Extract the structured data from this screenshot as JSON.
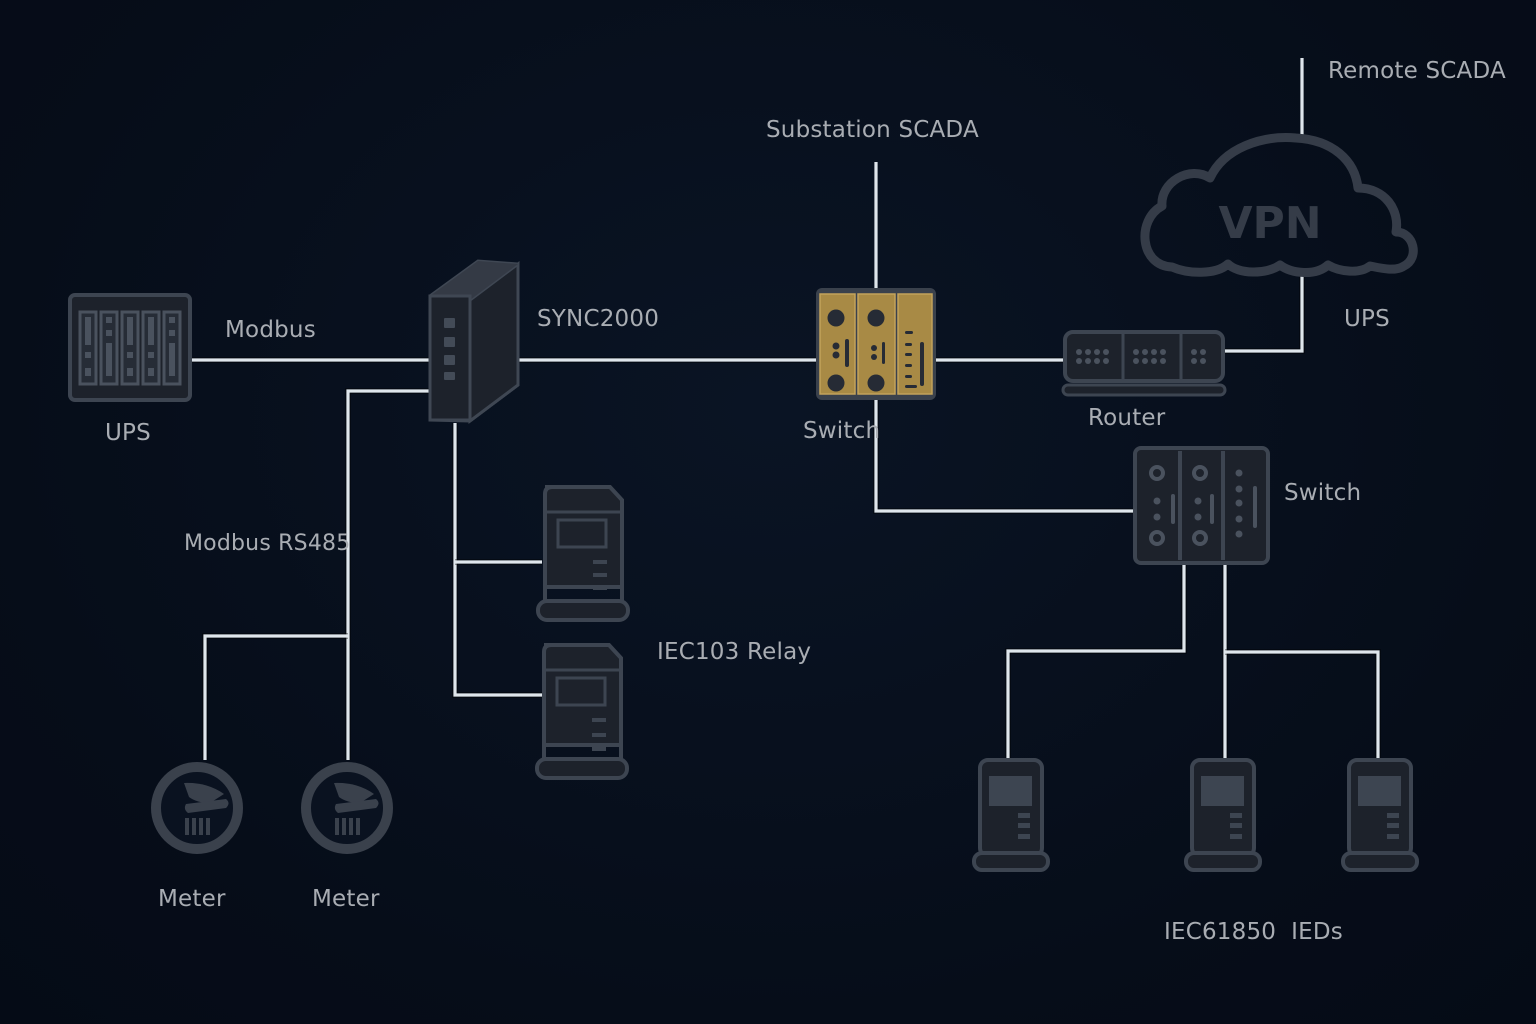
{
  "diagram": {
    "title": "Substation communication network",
    "colors": {
      "background": "#07101d",
      "wire": "#dfe6ec",
      "device_outline": "#3b4350",
      "device_body": "#1a1f28",
      "label": "#a9adb3",
      "highlight_switch": "#a88a45"
    },
    "nodes": [
      {
        "id": "ups-left",
        "type": "ups-rack",
        "label": "UPS"
      },
      {
        "id": "sync2000",
        "type": "gateway-tower",
        "label": "SYNC2000"
      },
      {
        "id": "switch-main",
        "type": "switch-highlighted",
        "label": "Switch"
      },
      {
        "id": "router",
        "type": "router",
        "label": "Router"
      },
      {
        "id": "vpn",
        "type": "cloud",
        "label": "VPN"
      },
      {
        "id": "switch-ied",
        "type": "switch",
        "label": "Switch"
      },
      {
        "id": "relay-1",
        "type": "relay",
        "label": "IEC103 Relay"
      },
      {
        "id": "relay-2",
        "type": "relay",
        "label": "IEC103 Relay"
      },
      {
        "id": "meter-1",
        "type": "meter",
        "label": "Meter"
      },
      {
        "id": "meter-2",
        "type": "meter",
        "label": "Meter"
      },
      {
        "id": "ied-1",
        "type": "ied",
        "label": "IEC61850 IEDs"
      },
      {
        "id": "ied-2",
        "type": "ied",
        "label": "IEC61850 IEDs"
      },
      {
        "id": "ied-3",
        "type": "ied",
        "label": "IEC61850 IEDs"
      }
    ],
    "edges": [
      {
        "from": "ups-left",
        "to": "sync2000",
        "label": "Modbus"
      },
      {
        "from": "sync2000",
        "to": "meter-1",
        "label": "Modbus RS485"
      },
      {
        "from": "sync2000",
        "to": "meter-2",
        "label": "Modbus RS485"
      },
      {
        "from": "sync2000",
        "to": "relay-1"
      },
      {
        "from": "sync2000",
        "to": "relay-2"
      },
      {
        "from": "sync2000",
        "to": "switch-main"
      },
      {
        "from": "switch-main",
        "to": "substation-scada"
      },
      {
        "from": "switch-main",
        "to": "router"
      },
      {
        "from": "switch-main",
        "to": "switch-ied"
      },
      {
        "from": "router",
        "to": "vpn"
      },
      {
        "from": "vpn",
        "to": "remote-scada"
      },
      {
        "from": "switch-ied",
        "to": "ied-1"
      },
      {
        "from": "switch-ied",
        "to": "ied-2"
      },
      {
        "from": "switch-ied",
        "to": "ied-3"
      }
    ]
  },
  "labels": {
    "ups_left": "UPS",
    "modbus": "Modbus",
    "sync2000": "SYNC2000",
    "modbus_rs485": "Modbus RS485",
    "substation_scada": "Substation SCADA",
    "switch_main": "Switch",
    "router": "Router",
    "remote_scada": "Remote SCADA",
    "vpn": "VPN",
    "ups_right": "UPS",
    "switch_ied": "Switch",
    "iec103_relay": "IEC103 Relay",
    "meter_1": "Meter",
    "meter_2": "Meter",
    "iec61850_ieds": "IEC61850  IEDs"
  }
}
